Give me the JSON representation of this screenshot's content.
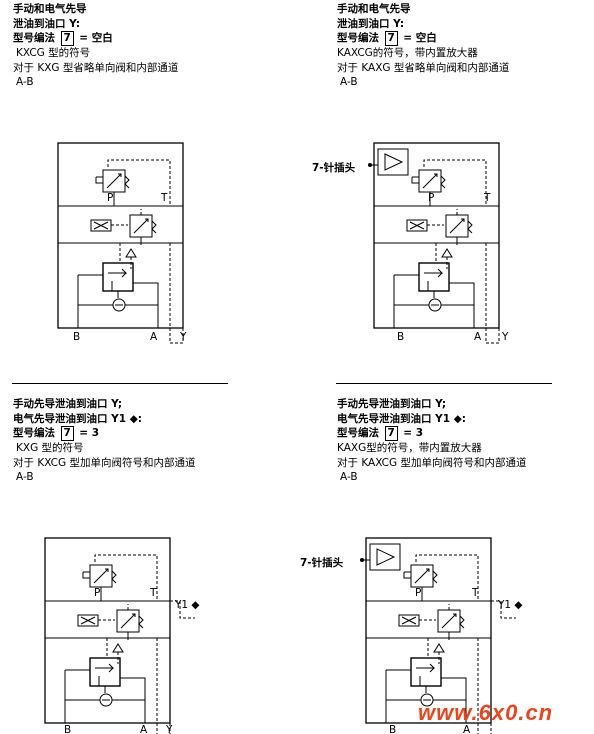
{
  "blocks": [
    {
      "line1": "手动和电气先导",
      "line2a": "泄油到油口 ",
      "line2b": "Y",
      "line3a": "型号编法 ",
      "box": "7",
      "line3b": " = 空白",
      "line4": "KXCG 型的符号",
      "line5": "对于 KXG 型省略单向阀和内部通道",
      "line6": "A-B"
    },
    {
      "line1": "手动和电气先导",
      "line2a": "泄油到油口 ",
      "line2b": "Y",
      "line3a": "型号编法 ",
      "box": "7",
      "line3b": " = 空白",
      "line4": "KAXCG的符号，带内置放大器",
      "line5": "对于 KAXG 型省略单向阀和内部通道",
      "line6": "A-B"
    },
    {
      "line1": "手动先导泄油到油口 Y;",
      "line2a": "电气先导泄油到油口 ",
      "line2b": "Y1 ◆",
      "line3a": "型号编法 ",
      "box": "7",
      "line3b": " = 3",
      "line4": "KXG 型的符号",
      "line5": "对于 KXCG 型加单向阀符号和内部通道",
      "line6": "A-B"
    },
    {
      "line1": "手动先导泄油到油口 Y;",
      "line2a": "电气先导泄油到油口 ",
      "line2b": "Y1 ◆",
      "line3a": "型号编法 ",
      "box": "7",
      "line3b": " = 3",
      "line4": "KAXG型的符号，带内置放大器",
      "line5": "对于 KAXCG 型加单向阀符号和内部通道",
      "line6": "A-B"
    }
  ],
  "diagrams": {
    "port_b": "B",
    "port_a": "A",
    "port_y": "Y",
    "port_p": "P",
    "port_t": "T",
    "port_y1": "Y1 ◆",
    "plug_label": "7-针插头"
  },
  "watermark": "www.6x0.cn"
}
